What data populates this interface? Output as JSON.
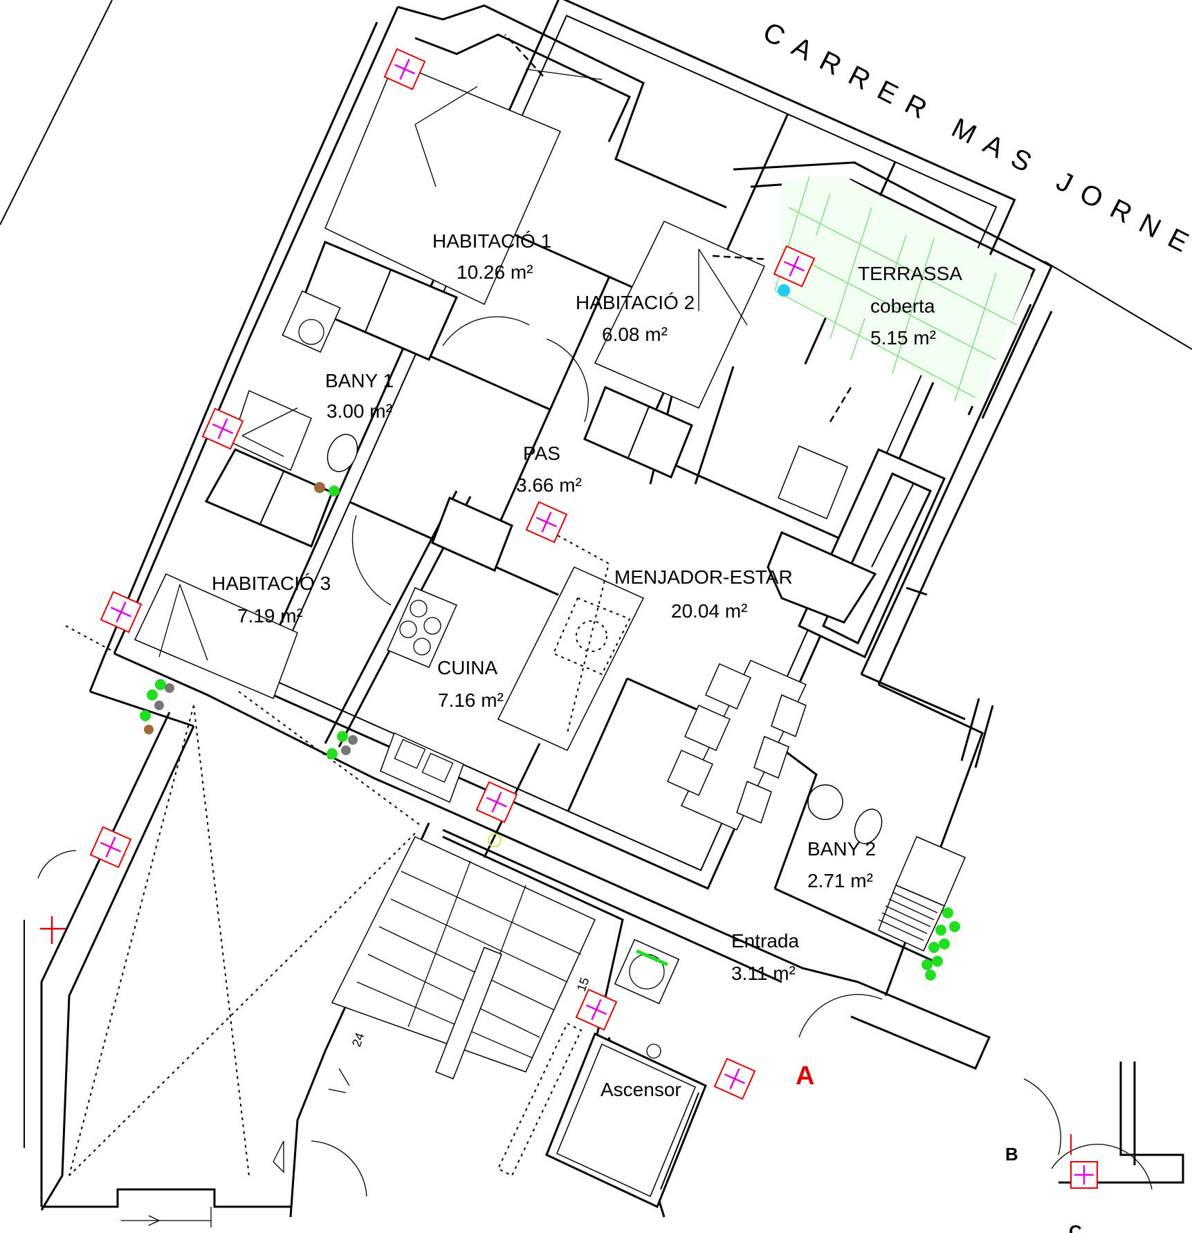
{
  "street": {
    "name": "CARRER MAS JORNET"
  },
  "rooms": [
    {
      "id": "hab1",
      "label": "HABITACIÓ 1",
      "area": "10.26 m²"
    },
    {
      "id": "hab2",
      "label": "HABITACIÓ 2",
      "area": "6.08 m²"
    },
    {
      "id": "terrassa",
      "label": "TERRASSA",
      "sublabel": "coberta",
      "area": "5.15 m²"
    },
    {
      "id": "bany1",
      "label": "BANY 1",
      "area": "3.00 m²"
    },
    {
      "id": "pas",
      "label": "PAS",
      "area": "3.66 m²"
    },
    {
      "id": "menjador",
      "label": "MENJADOR-ESTAR",
      "area": "20.04 m²"
    },
    {
      "id": "hab3",
      "label": "HABITACIÓ 3",
      "area": "7.19 m²"
    },
    {
      "id": "cuina",
      "label": "CUINA",
      "area": "7.16 m²"
    },
    {
      "id": "bany2",
      "label": "BANY 2",
      "area": "2.71 m²"
    },
    {
      "id": "entrada",
      "label": "Entrada",
      "area": "3.11  m²"
    }
  ],
  "ascensor": {
    "label": "Ascensor"
  },
  "access_points": {
    "a": "A",
    "b": "B",
    "c": "C"
  },
  "stair_numbers": {
    "top": "15",
    "bottom": "24"
  },
  "colors": {
    "wall": "#000000",
    "marker_box": "#e00000",
    "marker_cross": "#e000e0",
    "terrace_tile": "#7fe07f",
    "access_a": "#e00000",
    "install_green": "#22dd22",
    "water_point": "#22ccee"
  },
  "icons": [
    "window-marker-icon",
    "bed-icon",
    "wardrobe-icon",
    "toilet-icon",
    "shower-icon",
    "sink-icon",
    "hob-icon",
    "sofa-icon",
    "dining-chair-icon",
    "boiler-icon",
    "elevator-icon",
    "door-swing-icon"
  ]
}
